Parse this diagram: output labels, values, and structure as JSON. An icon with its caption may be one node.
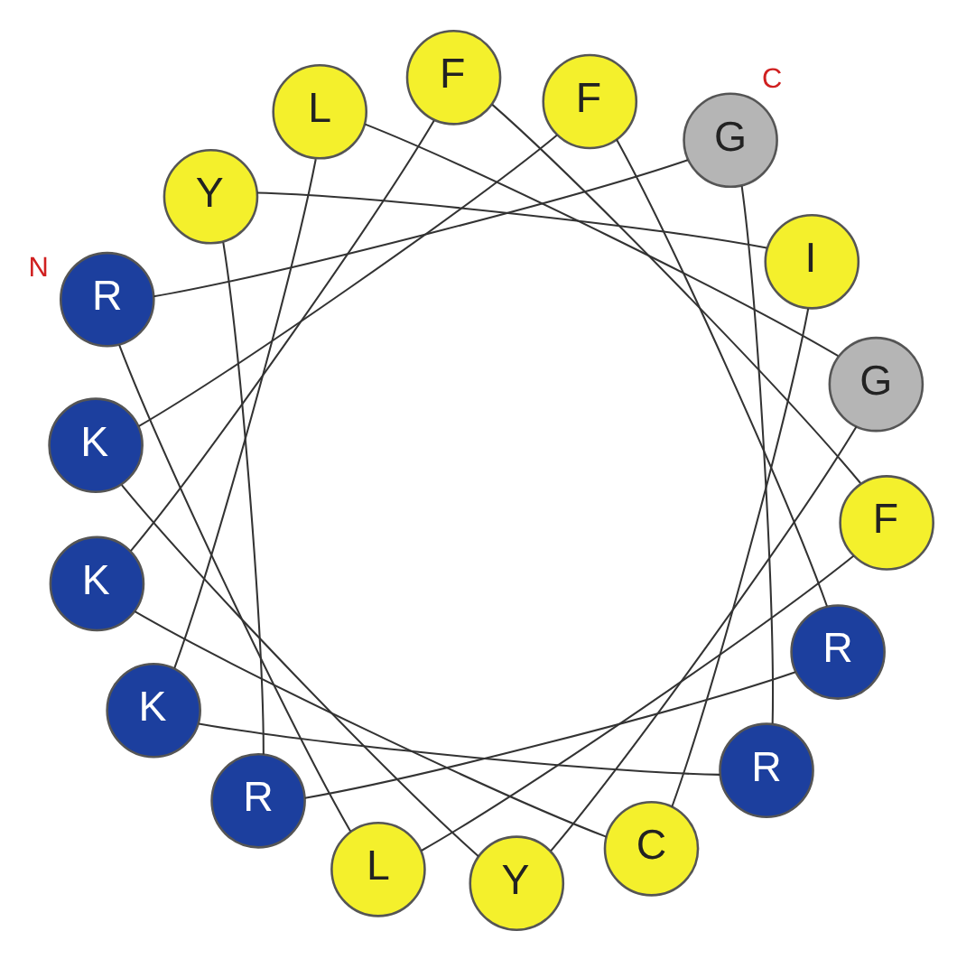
{
  "diagram": {
    "nodes": [
      {
        "text": [
          "R"
        ],
        "beside": [
          "N"
        ]
      },
      {
        "text": [
          "K"
        ]
      },
      {
        "text": [
          "K"
        ]
      },
      {
        "text": [
          "K"
        ]
      },
      {
        "text": [
          "R"
        ]
      },
      {
        "text": [
          "L"
        ]
      },
      {
        "text": [
          "Y"
        ]
      },
      {
        "text": [
          "C"
        ]
      },
      {
        "text": [
          "R"
        ]
      },
      {
        "text": [
          "R"
        ]
      },
      {
        "text": [
          "F"
        ]
      },
      {
        "text": [
          "G"
        ]
      },
      {
        "text": [
          "I"
        ]
      },
      {
        "text": [
          "G"
        ],
        "beside": [
          "C"
        ]
      },
      {
        "text": [
          "F"
        ]
      },
      {
        "text": [
          "F"
        ]
      },
      {
        "text": [
          "L"
        ]
      },
      {
        "text": [
          "Y"
        ]
      }
    ],
    "edges": [
      {
        "from": 0,
        "to": 5,
        "arrow": "none"
      },
      {
        "from": 5,
        "to": 10,
        "arrow": "none"
      },
      {
        "from": 10,
        "to": 15,
        "arrow": "none"
      },
      {
        "from": 15,
        "to": 2,
        "arrow": "none"
      },
      {
        "from": 2,
        "to": 7,
        "arrow": "none"
      },
      {
        "from": 7,
        "to": 12,
        "arrow": "none"
      },
      {
        "from": 12,
        "to": 17,
        "arrow": "none"
      },
      {
        "from": 17,
        "to": 4,
        "arrow": "none"
      },
      {
        "from": 4,
        "to": 9,
        "arrow": "none"
      },
      {
        "from": 9,
        "to": 14,
        "arrow": "none"
      },
      {
        "from": 14,
        "to": 1,
        "arrow": "none"
      },
      {
        "from": 1,
        "to": 6,
        "arrow": "none"
      },
      {
        "from": 6,
        "to": 11,
        "arrow": "none"
      },
      {
        "from": 11,
        "to": 16,
        "arrow": "none"
      },
      {
        "from": 16,
        "to": 3,
        "arrow": "none"
      },
      {
        "from": 3,
        "to": 8,
        "arrow": "none"
      },
      {
        "from": 8,
        "to": 13,
        "arrow": "none"
      },
      {
        "from": 13,
        "to": 0,
        "arrow": "none"
      }
    ]
  }
}
